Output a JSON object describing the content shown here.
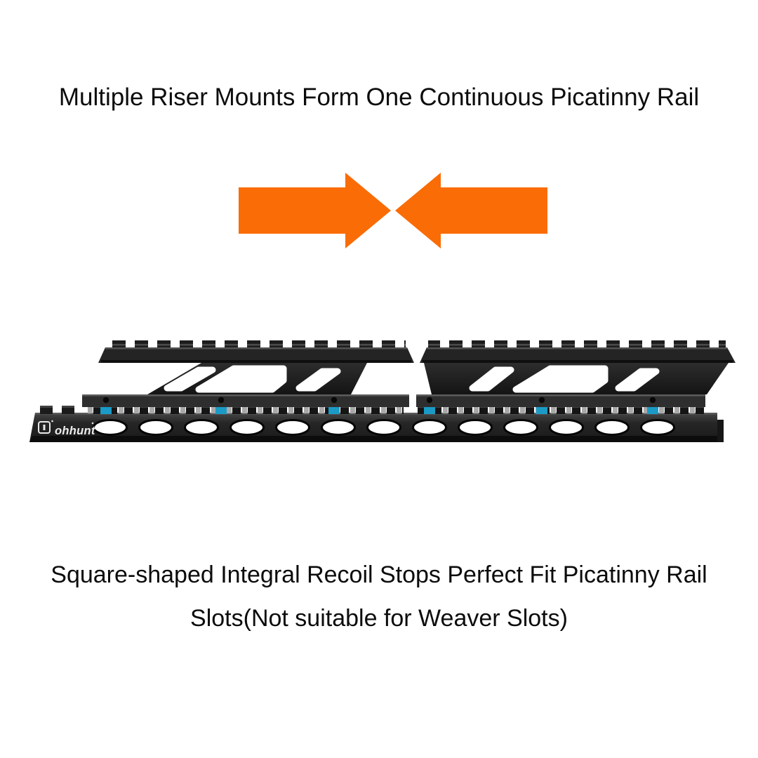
{
  "page": {
    "background_color": "#ffffff",
    "text_color": "#0c0c0c",
    "headline": "Multiple Riser Mounts Form One Continuous Picatinny Rail",
    "caption_line1": "Square-shaped Integral Recoil Stops Perfect Fit Picatinny Rail",
    "caption_line2": "Slots(Not suitable for Weaver Slots)"
  },
  "arrows": {
    "color": "#fa6c05"
  },
  "product": {
    "brand": "ohhunt",
    "rail_color": "#1e1e1e",
    "screw_accent_color": "#1b9ac5",
    "riser_count": 2,
    "screw_count": 6,
    "slot_count": 13
  }
}
